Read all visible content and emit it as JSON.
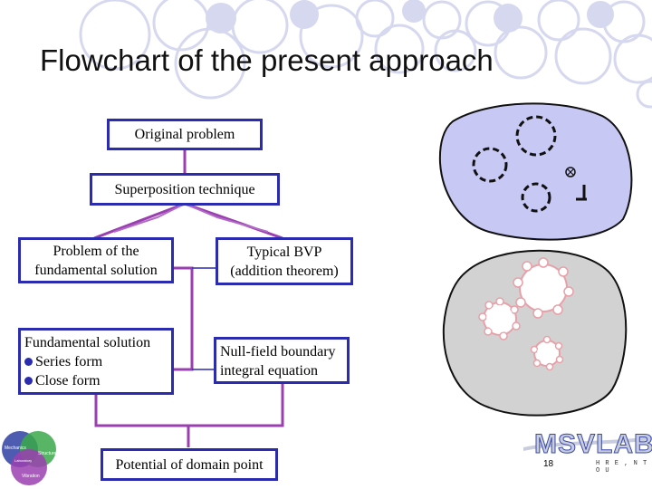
{
  "slide": {
    "title": "Flowchart of the present approach",
    "page_number": "18"
  },
  "flow": {
    "original": "Original problem",
    "superposition": "Superposition technique",
    "fundamental_problem": [
      "Problem of the",
      "fundamental solution"
    ],
    "typical_bvp": [
      "Typical BVP",
      "(addition theorem)"
    ],
    "fundamental_solution": {
      "heading": "Fundamental solution",
      "bullets": [
        "Series form",
        "Close form"
      ]
    },
    "null_field": [
      "Null-field boundary",
      "integral equation"
    ],
    "potential": "Potential of domain point"
  },
  "logo": {
    "name": "MSVLAB",
    "subtitle": "H R E , N T O U"
  },
  "venn": {
    "labels": [
      "Mechanics",
      "Structure",
      "Vibration",
      "Laboratory"
    ]
  },
  "colors": {
    "box_border": "#2b2bb0",
    "connector": "#9b3fb0",
    "decor_circle": "#d6d8ef",
    "domain_fill_top": "#c7c8f4",
    "domain_fill_bottom": "#d2d2d2"
  }
}
